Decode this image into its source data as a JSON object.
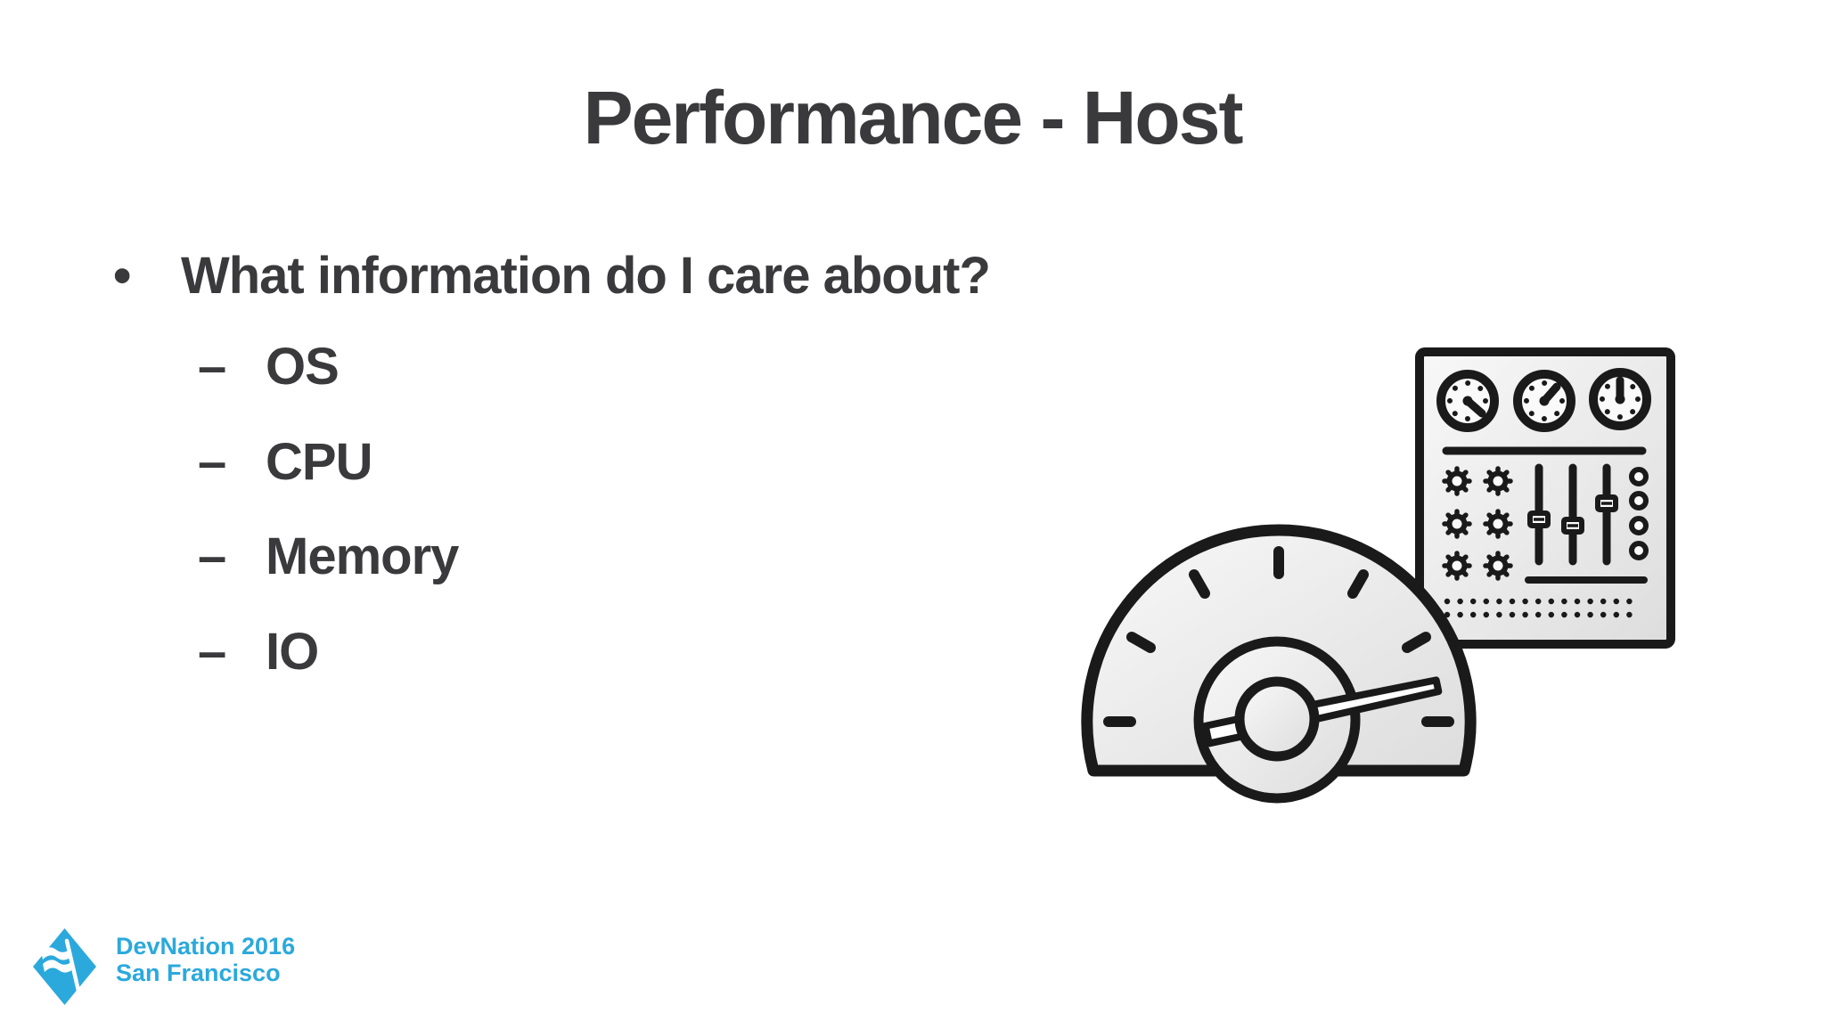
{
  "slide": {
    "title": "Performance - Host",
    "bullet": {
      "marker": "•",
      "text": "What information do I care about?"
    },
    "sub_marker": "–",
    "sub_bullets": [
      "OS",
      "CPU",
      "Memory",
      "IO"
    ]
  },
  "footer": {
    "logo_line1": "DevNation 2016",
    "logo_line2": "San Francisco"
  },
  "icons": {
    "speedometer": "speedometer-icon",
    "control_panel": "control-panel-icon",
    "logo": "devnation-diamond-flag-logo"
  },
  "colors": {
    "background": "#FFFFFF",
    "text": "#3A3A3C",
    "line_art": "#1A1A1A",
    "brand_blue": "#2BA9DC"
  }
}
